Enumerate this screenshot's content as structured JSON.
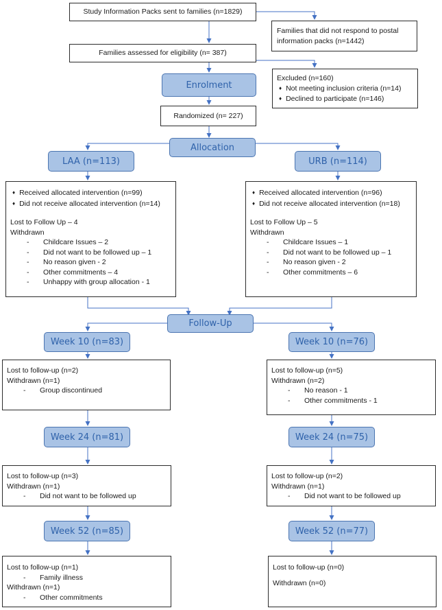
{
  "top": {
    "packs_sent": "Study Information Packs sent to families (n=1829)",
    "no_response_line1": "Families that did not respond to postal",
    "no_response_line2": "information packs (n=1442)",
    "assessed": "Families assessed for eligibility (n= 387)",
    "excluded_title": "Excluded (n=160)",
    "excluded_items": [
      "Not meeting inclusion criteria (n=14)",
      "Declined to participate (n=146)"
    ],
    "enrolment": "Enrolment",
    "randomized": "Randomized (n= 227)",
    "allocation": "Allocation",
    "follow_up": "Follow-Up"
  },
  "left": {
    "arm": "LAA (n=113)",
    "received": "Received allocated intervention (n=99)",
    "not_received": "Did not receive allocated intervention (n=14)",
    "lost": "Lost to Follow Up – 4",
    "withdrawn": "Withdrawn",
    "reasons": [
      "Childcare Issues – 2",
      "Did not want to be followed up – 1",
      "No reason given - 2",
      "Other commitments – 4",
      "Unhappy with group allocation - 1"
    ],
    "w10": "Week 10 (n=83)",
    "w10_lost": "Lost to follow-up (n=2)",
    "w10_withdrawn": "Withdrawn (n=1)",
    "w10_reasons": [
      "Group discontinued"
    ],
    "w24": "Week 24 (n=81)",
    "w24_lost": "Lost to follow-up (n=3)",
    "w24_withdrawn": "Withdrawn (n=1)",
    "w24_reasons": [
      "Did not want to be followed up"
    ],
    "w52": "Week 52 (n=85)",
    "w52_lost": "Lost to follow-up (n=1)",
    "w52_lost_reasons": [
      "Family illness"
    ],
    "w52_withdrawn": "Withdrawn (n=1)",
    "w52_reasons": [
      "Other commitments"
    ]
  },
  "right": {
    "arm": "URB (n=114)",
    "received": "Received allocated intervention (n=96)",
    "not_received": "Did not receive allocated intervention (n=18)",
    "lost": "Lost to Follow Up – 5",
    "withdrawn": "Withdrawn",
    "reasons": [
      "Childcare Issues – 1",
      "Did not want to be followed up – 1",
      "No reason given - 2",
      "Other commitments – 6"
    ],
    "w10": "Week 10 (n=76)",
    "w10_lost": "Lost to follow-up (n=5)",
    "w10_withdrawn": "Withdrawn (n=2)",
    "w10_reasons": [
      "No reason - 1",
      "Other commitments - 1"
    ],
    "w24": "Week 24 (n=75)",
    "w24_lost": "Lost to follow-up (n=2)",
    "w24_withdrawn": "Withdrawn (n=1)",
    "w24_reasons": [
      "Did not want to be followed up"
    ],
    "w52": "Week 52 (n=77)",
    "w52_lost": "Lost to follow-up (n=0)",
    "w52_withdrawn": "Withdrawn (n=0)"
  },
  "colors": {
    "connector": "#4472c4",
    "stage_fill": "#a9c3e5",
    "stage_border": "#4a74b0",
    "stage_text": "#2f62aa"
  }
}
